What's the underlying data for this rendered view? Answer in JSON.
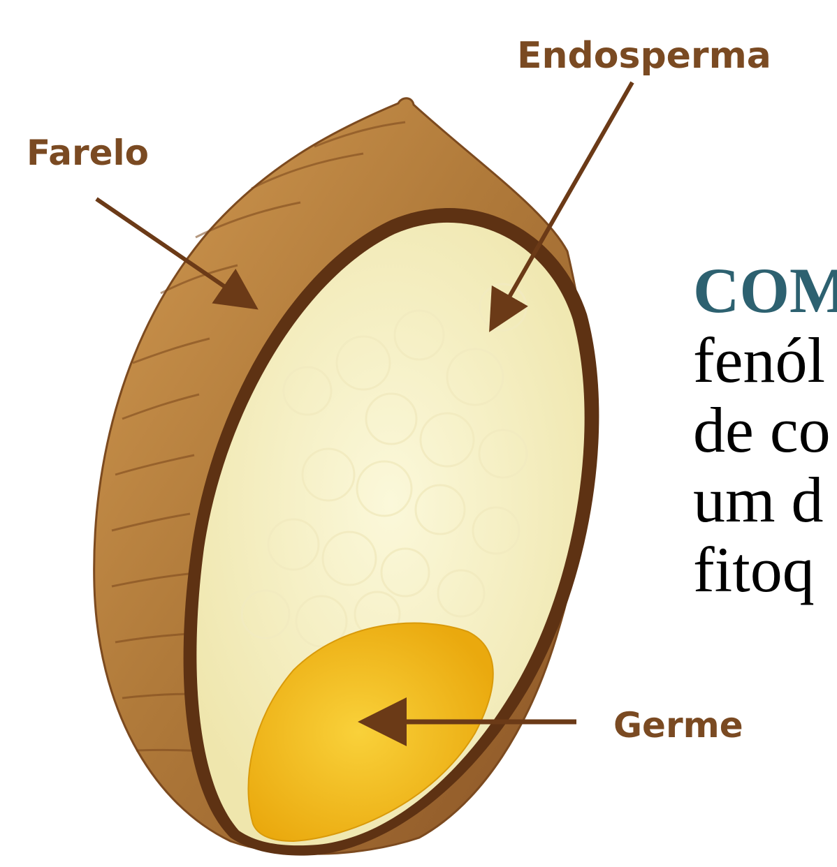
{
  "diagram": {
    "labels": {
      "endosperma": "Endosperma",
      "farelo": "Farelo",
      "germe": "Germe"
    },
    "colors": {
      "bran": "#b07a3a",
      "bran_dark": "#6e3f17",
      "endosperm": "#f7f2c6",
      "germ": "#f6c21a",
      "label": "#7a4a22",
      "arrow": "#6b3a17"
    }
  },
  "slide_text": {
    "lines": [
      "COM",
      "fenól",
      "de co",
      "um d",
      "fitoq"
    ],
    "heading_color": "#2d6170"
  }
}
